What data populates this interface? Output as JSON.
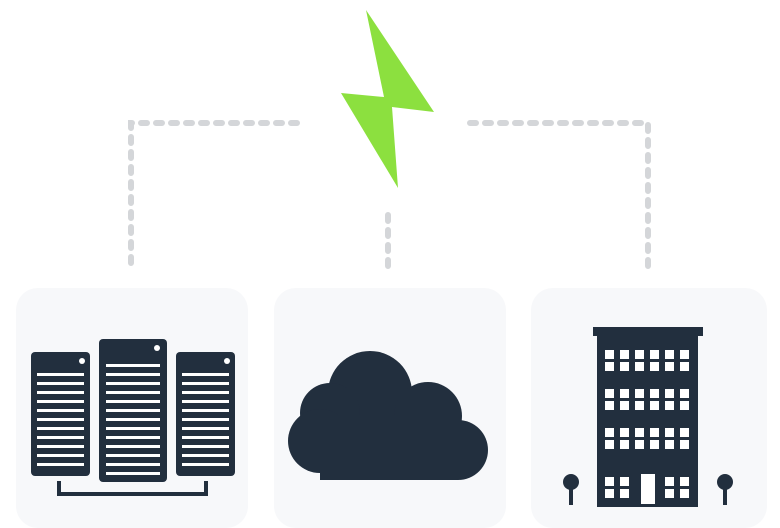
{
  "colors": {
    "background": "#ffffff",
    "card": "#f7f8fa",
    "connector": "#d4d6d9",
    "icon": "#222f3e",
    "accent": "#8ce03f"
  },
  "hub": {
    "icon": "lightning-bolt-icon"
  },
  "nodes": [
    {
      "key": "servers",
      "icon": "server-rack-icon"
    },
    {
      "key": "cloud",
      "icon": "cloud-icon"
    },
    {
      "key": "office",
      "icon": "office-building-icon"
    }
  ]
}
